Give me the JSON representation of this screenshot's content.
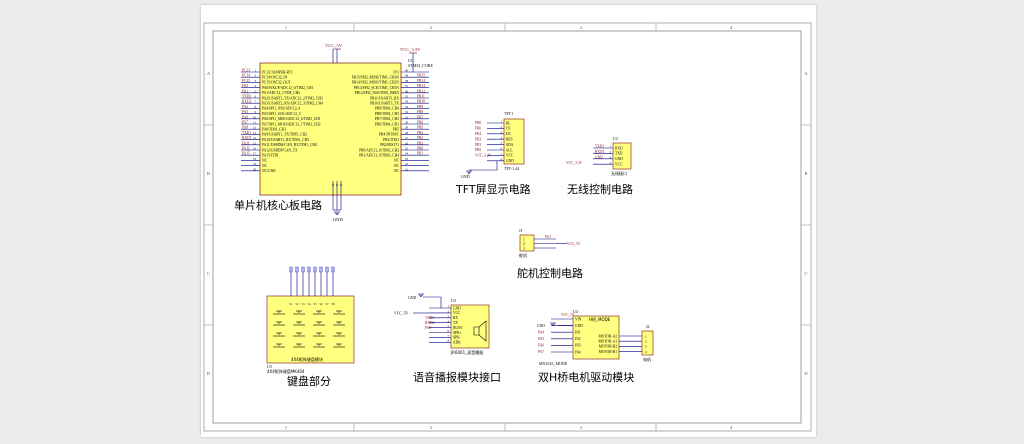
{
  "frame": {
    "col_labels": [
      "1",
      "2",
      "3",
      "4"
    ],
    "row_labels": [
      "A",
      "B",
      "C",
      "D"
    ]
  },
  "titles": {
    "mcu": "单片机核心板电路",
    "tft": "TFT屏显示电路",
    "wireless": "无线控制电路",
    "servo": "舵机控制电路",
    "keyboard": "键盘部分",
    "voice": "语音播报模块接口",
    "hbridge": "双H桥电机驱动模块"
  },
  "mcu": {
    "ref": "U1",
    "part": "STM32_CORE",
    "vcc5": "VCC_5V",
    "vcc33": "VCC_3.3V",
    "gnd": "GND",
    "left_pins": [
      "PC13/TAMPER-RTC",
      "PC14/OSC32_IN",
      "PC15/OSC32_OUT",
      "PA0/WKUP/ADC12_0/TIM2_CH1",
      "PA1/ADC12_1/TIM_CH2",
      "PA2/USART2_TX/ADC12_2/TIM2_CH3",
      "PA3/USART2_RX/ADC12_3/TIM2_CH4",
      "PA4/SPI1_NSS/ADC12_4",
      "PA5/SPI1_SCK/ADC12_5",
      "PA6/SPI1_MISO/ADC12_6/TIM3_CH1",
      "PA7/SPI1_MOSI/ADC12_7/TIM3_CH2",
      "PA8/TIM1_CH1",
      "PA9/USART1_TX/TIM1_CH2",
      "PA10/USART1_RX/TIM1_CH3",
      "PA11/USBDM/CAN_RX/TIM1_CH4",
      "PA12/USBDP/CAN_TX",
      "PA15/JTDI",
      "NC",
      "NC",
      "NC/GND"
    ],
    "right_pins": [
      "3V3",
      "PB15/SPI2_MOSI/TIM1_CH3N",
      "PB14/SPI2_MISO/TIM1_CH2N",
      "PB13/SPI2_SCK/TIM1_CH1N",
      "PB12/SPI2_NSS/TIM1_BKIN",
      "PB11/USART3_RX",
      "PB10/USART3_TX",
      "PB9/TIM4_CH4",
      "PB8/TIM4_CH3",
      "PB7/TIM4_CH2",
      "PB6/TIM4_CH1",
      "PB5",
      "PB4/JNTRST",
      "PB3/JTDO",
      "PB2/BOOT1",
      "PB0/ADC12_8/TIM3_CH3",
      "PB1/ADC12_9/TIM3_CH4",
      "NC",
      "NC",
      "NC"
    ],
    "left_nets": [
      "PC13",
      "PC14",
      "PC15",
      "PA0",
      "PA1",
      "TXD2",
      "RXD2",
      "PA4",
      "PA5",
      "PA6",
      "PA7",
      "PA8",
      "TXD1",
      "RXD1",
      "PA11",
      "PA12",
      "PA15",
      "",
      "",
      ""
    ],
    "right_nets": [
      "",
      "PB15",
      "PB14",
      "PB13",
      "PB12",
      "PB11",
      "PB10",
      "PB9",
      "PB8",
      "PB7",
      "PB6",
      "PB5",
      "PB4",
      "PB3",
      "PB2",
      "PB0",
      "PB1",
      "",
      "",
      ""
    ]
  },
  "tft": {
    "ref": "TFT1",
    "part": "TFT-1.44",
    "pins": [
      "BL",
      "CS",
      "DC",
      "RES",
      "SDA",
      "SCL",
      "VCC",
      "GND"
    ],
    "nets": [
      "PB0",
      "PB6",
      "PB4",
      "PB3",
      "PB1",
      "PB5",
      "VCC_3.3V",
      ""
    ],
    "gnd": "GND"
  },
  "wireless": {
    "ref": "U2",
    "part": "无线接口",
    "pins": [
      "RXD",
      "TXD",
      "GND",
      "VCC"
    ],
    "nets": [
      "TXD1",
      "RXD1",
      "GND",
      "VCC_3.3V"
    ]
  },
  "servo": {
    "ref": "J1",
    "part": "舵机",
    "pins": [
      "1",
      "2",
      "3"
    ],
    "nets": [
      "PA1",
      "VCC_5V",
      ""
    ]
  },
  "keyboard": {
    "ref": "U5",
    "part": "4X4矩阵键盘MK404",
    "caption": "4X4矩阵键盘模块"
  },
  "voice": {
    "ref": "U3",
    "part": "JR6001_语音播报",
    "gnd": "GND",
    "vcc": "VCC_5V",
    "pins": [
      "GND",
      "VCC",
      "RX",
      "TX",
      "BUSY",
      "SPK+",
      "SPK-",
      "ADK"
    ],
    "nets": [
      "GND",
      "VCC_5V",
      "TXD2",
      "RXD2",
      "PA8",
      "",
      "",
      ""
    ]
  },
  "hbridge": {
    "ref": "U4",
    "part": "MX1616_MODE",
    "module": "H桥_MODE",
    "vcc": "VCC_5V",
    "gnd": "GND",
    "left_pins": [
      "VIN",
      "GND",
      "IN1",
      "IN2",
      "IN3",
      "IN4"
    ],
    "left_nets": [
      "VCC_5V",
      "GND",
      "PA4",
      "PA5",
      "PA6",
      "PA7"
    ],
    "right_pins": [
      "MOTOR-A2",
      "MOTOR-A1",
      "MOTOR-B2",
      "MOTOR-B1"
    ],
    "conn_ref": "J2",
    "conn_part": "电机",
    "conn_pins": [
      "1",
      "2",
      "3",
      "4"
    ]
  },
  "colors": {
    "component_fill": "#ffff80",
    "component_border": "#7a1010",
    "wire": "#000080",
    "net_label": "#7a1010",
    "pin_text": "#000000",
    "frame": "#8a8a8a",
    "page": "#ffffff",
    "background": "#ececec"
  }
}
